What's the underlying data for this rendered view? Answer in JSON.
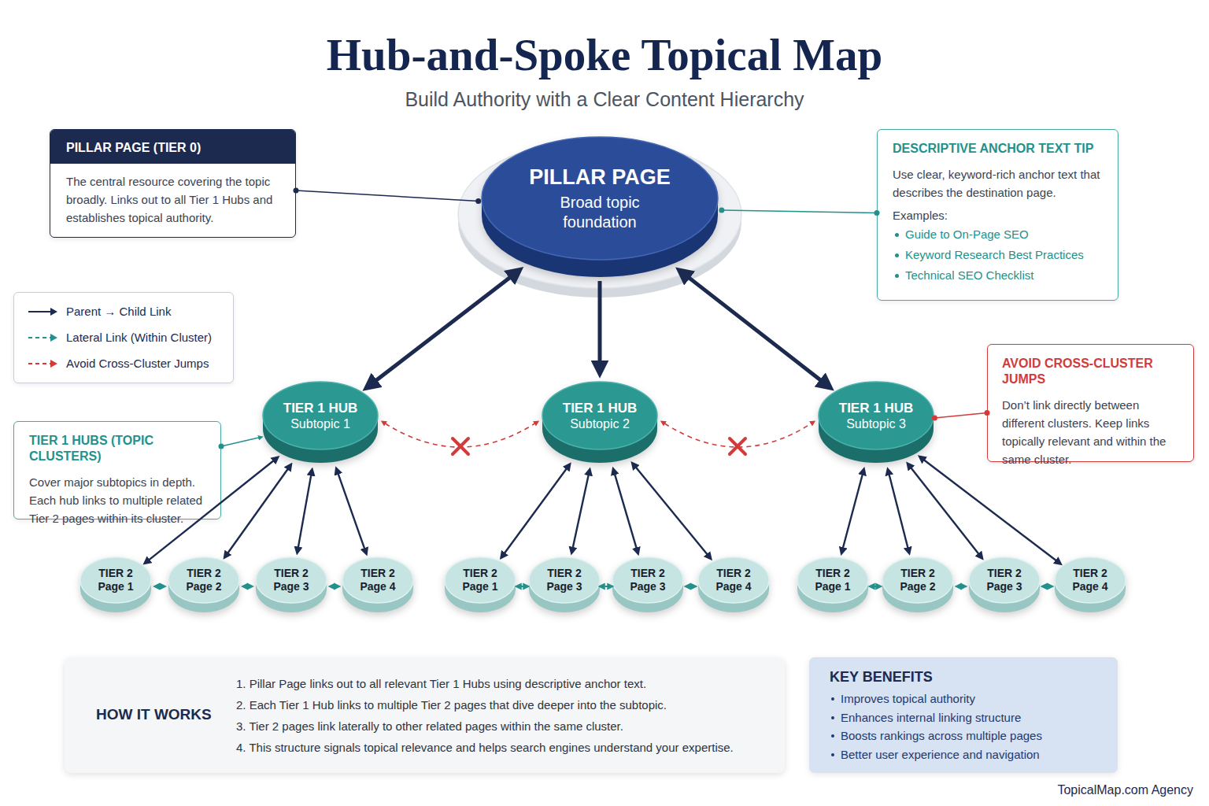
{
  "diagram": {
    "title": "Hub-and-Spoke Topical Map",
    "nodes": [
      {
        "text": [
          "PILLAR PAGE (TIER 0)",
          "The central resource covering the topic broadly. Links out to all Tier 1 Hubs and establishes topical authority."
        ]
      },
      {
        "text": [
          "PILLAR PAGE",
          "Broad topic foundation"
        ]
      },
      {
        "text": [
          "DESCRIPTIVE ANCHOR TEXT TIP",
          "Use clear, keyword-rich anchor text that describes the destination page.",
          "Examples:",
          "Guide to On-Page SEO",
          "Keyword Research Best Practices",
          "Technical SEO Checklist"
        ]
      },
      {
        "text": [
          "TIER 1 HUBS (TOPIC CLUSTERS)",
          "Cover major subtopics in depth. Each hub links to multiple related Tier 2 pages within its cluster."
        ]
      },
      {
        "text": [
          "TIER 1 HUB",
          "Subtopic 1"
        ]
      },
      {
        "text": [
          "TIER 1 HUB",
          "Subtopic 2"
        ]
      },
      {
        "text": [
          "TIER 1 HUB",
          "Subtopic 3"
        ]
      },
      {
        "text": [
          "AVOID CROSS-CLUSTER JUMPS",
          "Don’t link directly between different clusters. Keep links topically relevant and within the same cluster."
        ]
      },
      {
        "text": [
          "TIER 2",
          "Page 1"
        ]
      },
      {
        "text": [
          "TIER 2",
          "Page 2"
        ]
      },
      {
        "text": [
          "TIER 2",
          "Page 3"
        ]
      },
      {
        "text": [
          "TIER 2",
          "Page 4"
        ]
      },
      {
        "text": [
          "TIER 2",
          "Page 1"
        ]
      },
      {
        "text": [
          "TIER 2",
          "Page 3"
        ]
      },
      {
        "text": [
          "TIER 2",
          "Page 3"
        ]
      },
      {
        "text": [
          "TIER 2",
          "Page 4"
        ]
      },
      {
        "text": [
          "TIER 2",
          "Page 1"
        ]
      },
      {
        "text": [
          "TIER 2",
          "Page 2"
        ]
      },
      {
        "text": [
          "TIER 2",
          "Page 3"
        ]
      },
      {
        "text": [
          "TIER 2",
          "Page 4"
        ]
      },
      {
        "text": [
          "HOW IT WORKS",
          "1. Pillar Page links out to all relevant Tier 1 Hubs using descriptive anchor text.",
          "2. Each Tier 1 Hub links to multiple Tier 2 pages that dive deeper into the subtopic.",
          "3. Tier 2 pages link laterally to other related pages within the same cluster.",
          "4. This structure signals topical relevance and helps search engines understand your expertise."
        ]
      },
      {
        "text": [
          "KEY BENEFITS",
          "Improves topical authority",
          "Enhances internal linking structure",
          "Boosts rankings across multiple pages",
          "Better user experience and navigation"
        ]
      }
    ],
    "edges": [
      {
        "from": 0,
        "to": 1,
        "arrow": "none"
      },
      {
        "from": 2,
        "to": 1,
        "arrow": "none"
      },
      {
        "from": 1,
        "to": 4,
        "arrow": "both"
      },
      {
        "from": 1,
        "to": 5,
        "arrow": "to"
      },
      {
        "from": 1,
        "to": 6,
        "arrow": "both"
      },
      {
        "from": 3,
        "to": 4,
        "arrow": "to"
      },
      {
        "from": 7,
        "to": 6,
        "arrow": "none"
      },
      {
        "from": 4,
        "to": 5,
        "arrow": "both"
      },
      {
        "from": 5,
        "to": 6,
        "arrow": "both"
      },
      {
        "from": 4,
        "to": 8,
        "arrow": "both"
      },
      {
        "from": 4,
        "to": 9,
        "arrow": "both"
      },
      {
        "from": 4,
        "to": 10,
        "arrow": "both"
      },
      {
        "from": 4,
        "to": 11,
        "arrow": "both"
      },
      {
        "from": 5,
        "to": 12,
        "arrow": "both"
      },
      {
        "from": 5,
        "to": 13,
        "arrow": "both"
      },
      {
        "from": 5,
        "to": 14,
        "arrow": "both"
      },
      {
        "from": 5,
        "to": 15,
        "arrow": "both"
      },
      {
        "from": 6,
        "to": 16,
        "arrow": "both"
      },
      {
        "from": 6,
        "to": 17,
        "arrow": "both"
      },
      {
        "from": 6,
        "to": 18,
        "arrow": "both"
      },
      {
        "from": 6,
        "to": 19,
        "arrow": "both"
      },
      {
        "from": 8,
        "to": 9,
        "arrow": "both"
      },
      {
        "from": 9,
        "to": 10,
        "arrow": "both"
      },
      {
        "from": 10,
        "to": 11,
        "arrow": "both"
      },
      {
        "from": 12,
        "to": 13,
        "arrow": "both"
      },
      {
        "from": 13,
        "to": 14,
        "arrow": "both"
      },
      {
        "from": 14,
        "to": 15,
        "arrow": "both"
      },
      {
        "from": 16,
        "to": 17,
        "arrow": "both"
      },
      {
        "from": 17,
        "to": 18,
        "arrow": "both"
      },
      {
        "from": 18,
        "to": 19,
        "arrow": "both"
      }
    ],
    "labels": [
      "Build Authority with a Clear Content Hierarchy",
      "TopicalMap.com Agency"
    ],
    "legend": [
      {
        "text": "Parent → Child Link"
      },
      {
        "text": "Lateral Link (Within Cluster)"
      },
      {
        "text": "Avoid Cross-Cluster Jumps"
      }
    ]
  }
}
